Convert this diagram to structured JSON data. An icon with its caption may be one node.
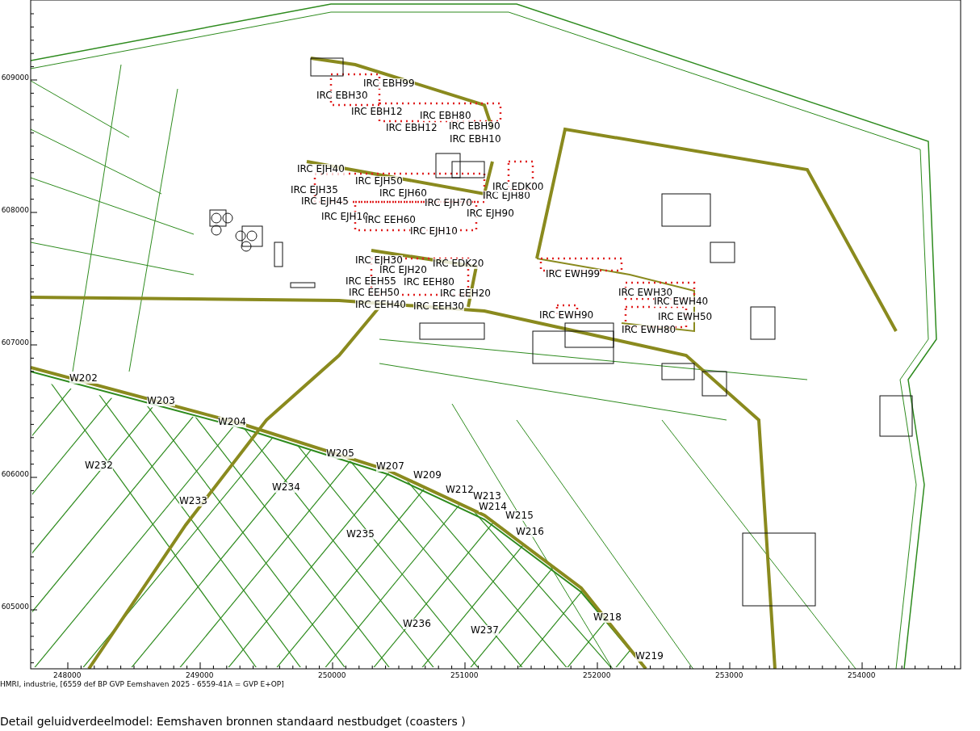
{
  "diagram": {
    "caption": "Detail geluidverdeelmodel: Eemshaven bronnen standaard nestbudget    (coasters )",
    "labels": [
      "IRC EBH99",
      "IRC EBH30",
      "IRC EBH12",
      "IRC EBH80",
      "IRC EBH12",
      "IRC EBH90",
      "IRC EBH10",
      "IRC EJH40",
      "IRC EJH50",
      "IRC EJH35",
      "IRC EJH45",
      "IRC EJH60",
      "IRC EJH70",
      "IRC EJH80",
      "IRC EJH90",
      "IRC EDK00",
      "IRC EJH10",
      "IRC EEH60",
      "IRC EJH10",
      "IRC EJH30",
      "IRC EDK20",
      "IRC EJH20",
      "IRC EEH55",
      "IRC EEH80",
      "IRC EEH50",
      "IRC EEH20",
      "IRC EEH40",
      "IRC EEH30",
      "IRC EWH99",
      "IRC EWH30",
      "IRC EWH40",
      "IRC EWH90",
      "IRC EWH50",
      "IRC EWH80",
      "W202",
      "W203",
      "W204",
      "W205",
      "W207",
      "W209",
      "W212",
      "W213",
      "W214",
      "W215",
      "W216",
      "W218",
      "W219",
      "W232",
      "W233",
      "W234",
      "W235",
      "W236",
      "W237",
      "609000",
      "608000",
      "607000",
      "606000",
      "605000",
      "248000",
      "249000",
      "250000",
      "251000",
      "252000",
      "253000",
      "254000",
      "HMRI, industrie, [6559 def BP GVP Eemshaven 2025 - 6559-41A = GVP E+OP]"
    ]
  }
}
